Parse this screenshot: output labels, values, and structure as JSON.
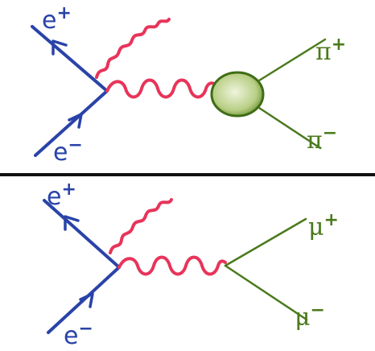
{
  "colors": {
    "electron_line": "#2a43a8",
    "photon": "#e8345a",
    "hadron_line": "#4b7a1d",
    "blob_fill": "#c8d9a0",
    "blob_stroke": "#3f6d16",
    "divider": "#111111"
  },
  "top_diagram": {
    "positron_label": {
      "base": "e",
      "charge": "+"
    },
    "electron_label": {
      "base": "e",
      "charge": "−"
    },
    "product_plus": {
      "base": "π",
      "charge": "+"
    },
    "product_minus": {
      "base": "π",
      "charge": "−"
    }
  },
  "bottom_diagram": {
    "positron_label": {
      "base": "e",
      "charge": "+"
    },
    "electron_label": {
      "base": "e",
      "charge": "−"
    },
    "product_plus": {
      "base": "μ",
      "charge": "+"
    },
    "product_minus": {
      "base": "μ",
      "charge": "−"
    }
  }
}
